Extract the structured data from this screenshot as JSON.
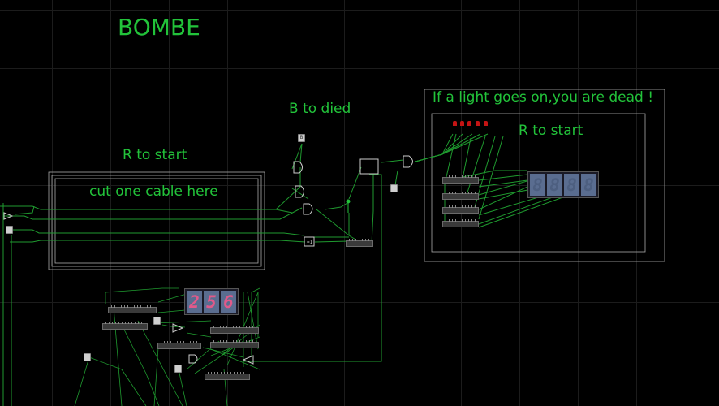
{
  "labels": {
    "title": "BOMBE",
    "r_to_start_left": "R to start",
    "cut_one_cable": "cut one cable here",
    "b_to_died": "B to died",
    "warning": "If a light goes on,you are dead !",
    "r_to_start_right": "R to start"
  },
  "keys": {
    "b_key": "B",
    "r_key_left": "",
    "r_key_right": "",
    "key_a": "",
    "key_b": "",
    "key_c": ""
  },
  "displays": {
    "timer_digits": [
      "2",
      "5",
      "6"
    ],
    "right_display": "blank"
  },
  "leds": {
    "count": 5,
    "color": "#c41414"
  },
  "colors": {
    "text": "#22c33a",
    "wire": "#1f9a2f",
    "background": "#000000"
  }
}
